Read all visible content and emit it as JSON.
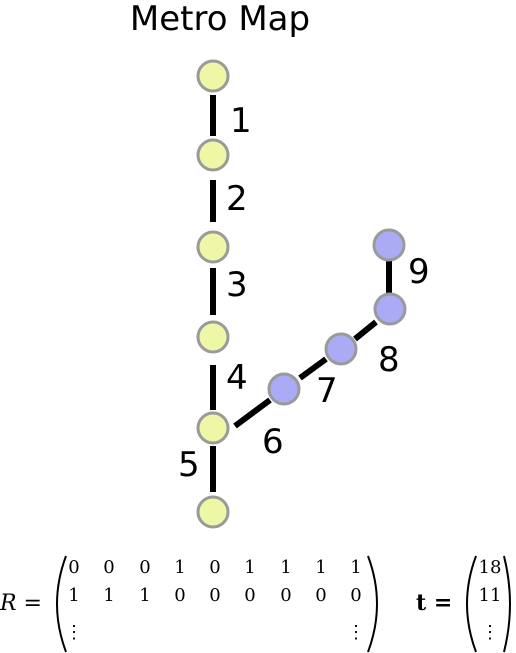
{
  "title": "Metro Map",
  "colors": {
    "yellow_line_fill": "#eef7a6",
    "blue_line_fill": "#aaaaf5",
    "node_stroke": "#9a9a9a",
    "edge": "#000000",
    "text": "#000000"
  },
  "edges": [
    {
      "label": "1",
      "line": "yellow"
    },
    {
      "label": "2",
      "line": "yellow"
    },
    {
      "label": "3",
      "line": "yellow"
    },
    {
      "label": "4",
      "line": "yellow"
    },
    {
      "label": "5",
      "line": "yellow"
    },
    {
      "label": "6",
      "line": "blue"
    },
    {
      "label": "7",
      "line": "blue"
    },
    {
      "label": "8",
      "line": "blue"
    },
    {
      "label": "9",
      "line": "blue"
    }
  ],
  "equations": {
    "R": {
      "lhs": "R =",
      "rows": [
        [
          "0",
          "0",
          "0",
          "1",
          "0",
          "1",
          "1",
          "1",
          "1"
        ],
        [
          "1",
          "1",
          "1",
          "0",
          "0",
          "0",
          "0",
          "0",
          "0"
        ]
      ],
      "vdots": "⋮"
    },
    "t": {
      "lhs": "t =",
      "rows": [
        [
          "18"
        ],
        [
          "11"
        ]
      ],
      "vdots": "⋮"
    }
  }
}
